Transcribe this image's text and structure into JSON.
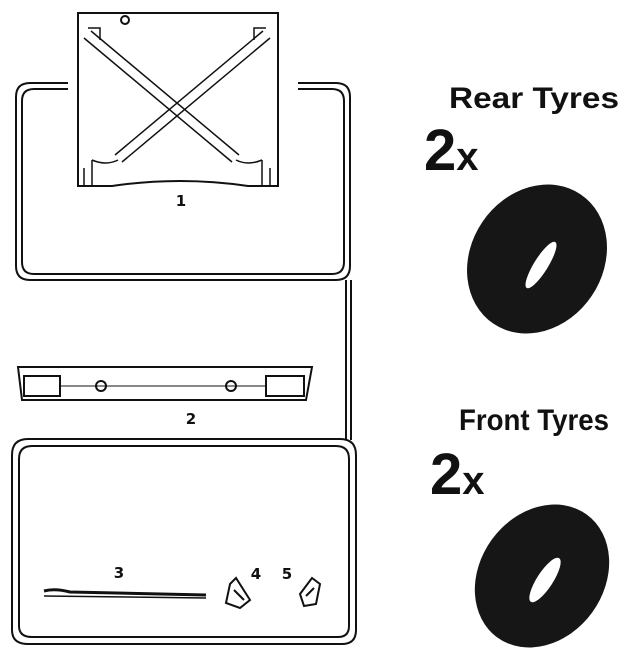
{
  "parts": {
    "part1": {
      "number": "1"
    },
    "part2": {
      "number": "2"
    },
    "part3": {
      "number": "3"
    },
    "part4": {
      "number": "4"
    },
    "part5": {
      "number": "5"
    }
  },
  "tyres": {
    "rear": {
      "title": "Rear Tyres",
      "qty_num": "2",
      "qty_x": "x"
    },
    "front": {
      "title": "Front Tyres",
      "qty_num": "2",
      "qty_x": "x"
    }
  },
  "colors": {
    "ink": "#111111",
    "tyre": "#161616",
    "background": "#ffffff"
  }
}
